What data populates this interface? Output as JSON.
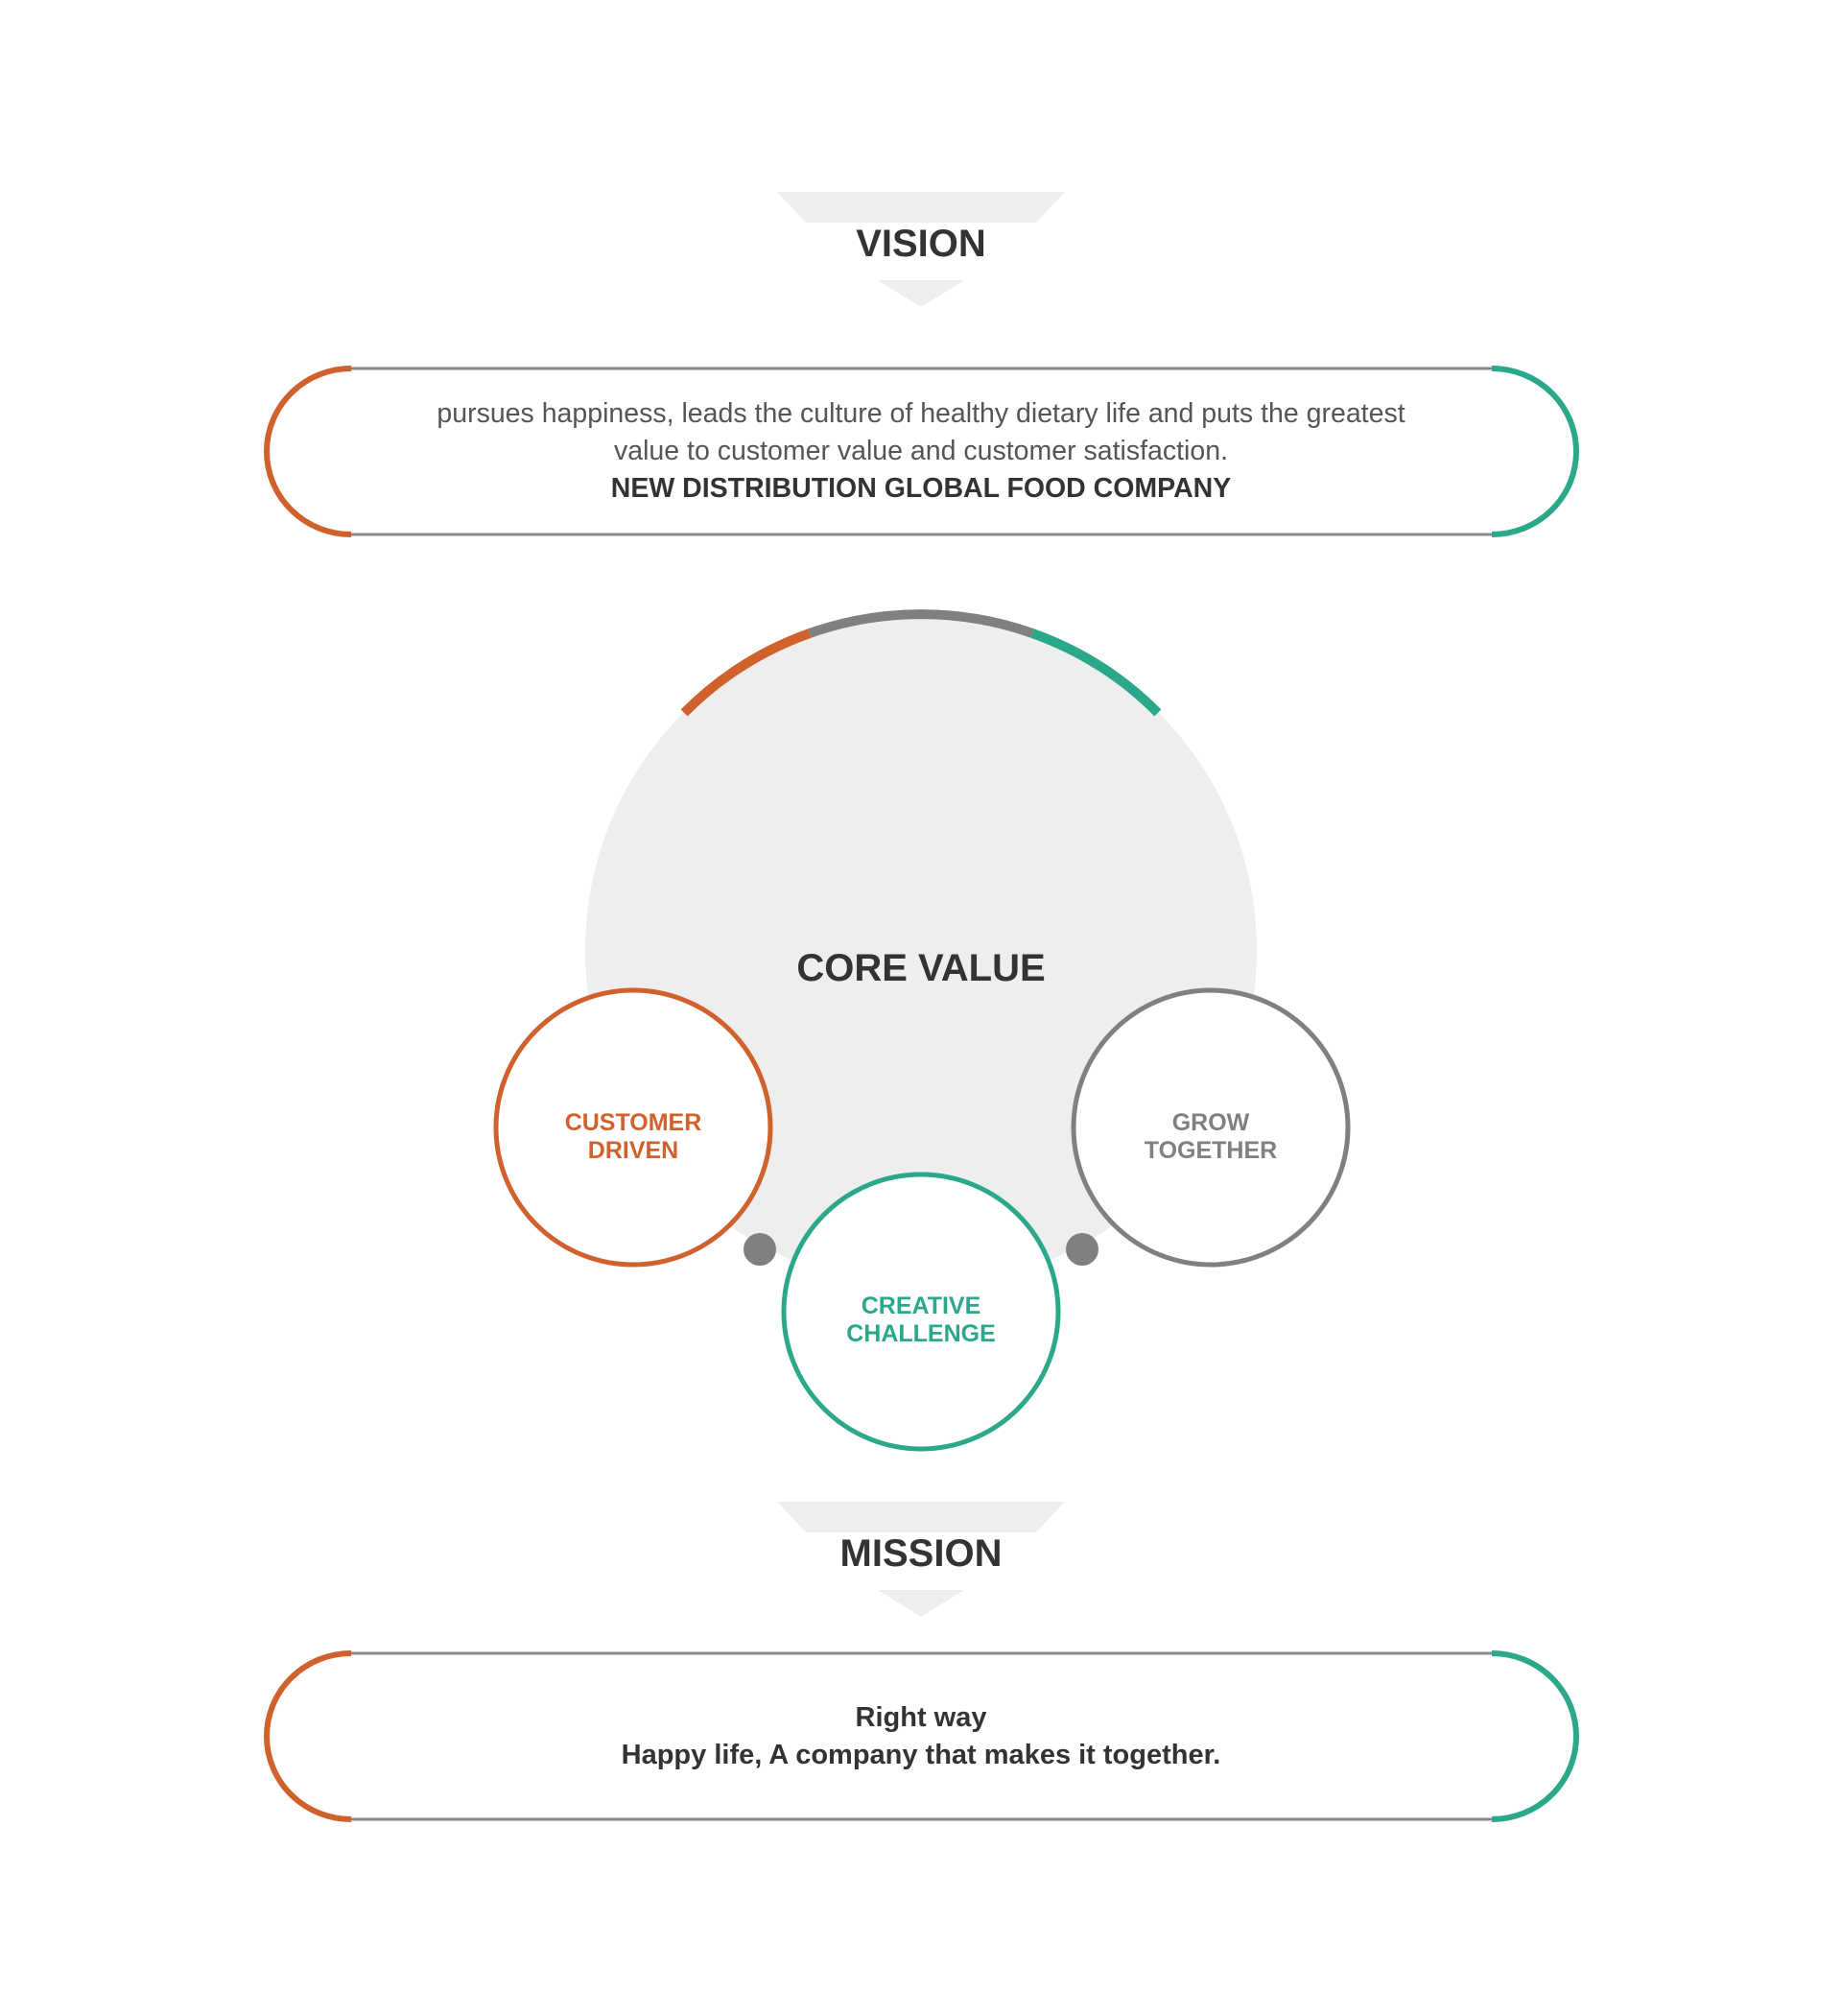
{
  "colors": {
    "orange": "#d0612c",
    "teal": "#2aa889",
    "gray": "#808080",
    "light_gray": "#eeeeee",
    "text_dark": "#333333",
    "text_body": "#555555"
  },
  "vision": {
    "title": "VISION",
    "description_line1": "pursues happiness, leads the culture of healthy dietary life and puts the greatest",
    "description_line2": "value to customer value and customer satisfaction.",
    "company": "NEW DISTRIBUTION GLOBAL FOOD COMPANY"
  },
  "core_value": {
    "title": "CORE VALUE",
    "items": [
      {
        "line1": "CUSTOMER",
        "line2": "DRIVEN",
        "color": "#d0612c"
      },
      {
        "line1": "CREATIVE",
        "line2": "CHALLENGE",
        "color": "#2aa889"
      },
      {
        "line1": "GROW",
        "line2": "TOGETHER",
        "color": "#808080"
      }
    ]
  },
  "mission": {
    "title": "MISSION",
    "line1": "Right way",
    "line2": "Happy life, A company that makes it together."
  }
}
